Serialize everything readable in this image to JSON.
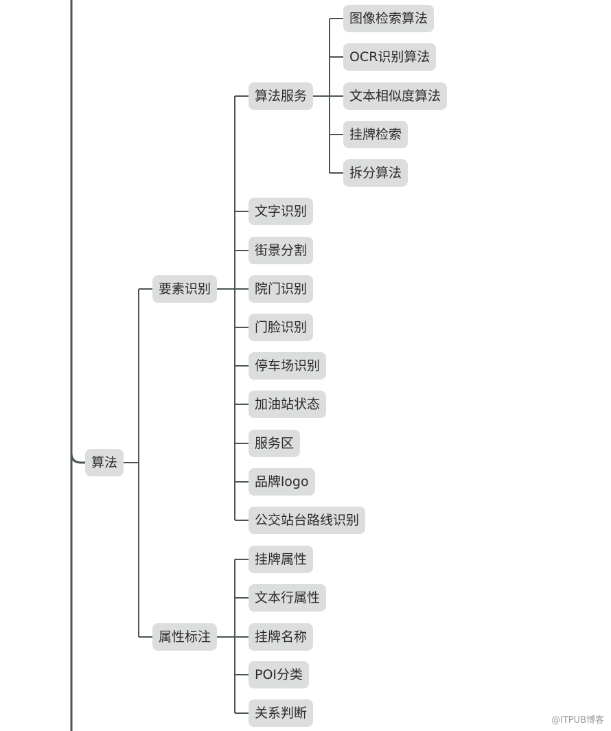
{
  "root": {
    "label": "算法",
    "children": [
      {
        "label": "要素识别",
        "children": [
          {
            "label": "算法服务",
            "children": [
              {
                "label": "图像检索算法"
              },
              {
                "label": "OCR识别算法"
              },
              {
                "label": "文本相似度算法"
              },
              {
                "label": "挂牌检索"
              },
              {
                "label": "拆分算法"
              }
            ]
          },
          {
            "label": "文字识别"
          },
          {
            "label": "街景分割"
          },
          {
            "label": "院门识别"
          },
          {
            "label": "门脸识别"
          },
          {
            "label": "停车场识别"
          },
          {
            "label": "加油站状态"
          },
          {
            "label": "服务区"
          },
          {
            "label": "品牌logo"
          },
          {
            "label": "公交站台路线识别"
          }
        ]
      },
      {
        "label": "属性标注",
        "children": [
          {
            "label": "挂牌属性"
          },
          {
            "label": "文本行属性"
          },
          {
            "label": "挂牌名称"
          },
          {
            "label": "POI分类"
          },
          {
            "label": "关系判断"
          }
        ]
      }
    ]
  },
  "watermark": "@ITPUB博客",
  "colors": {
    "line": "#4a5552",
    "node_bg": "#dcdedd",
    "text": "#2b2b2b"
  }
}
